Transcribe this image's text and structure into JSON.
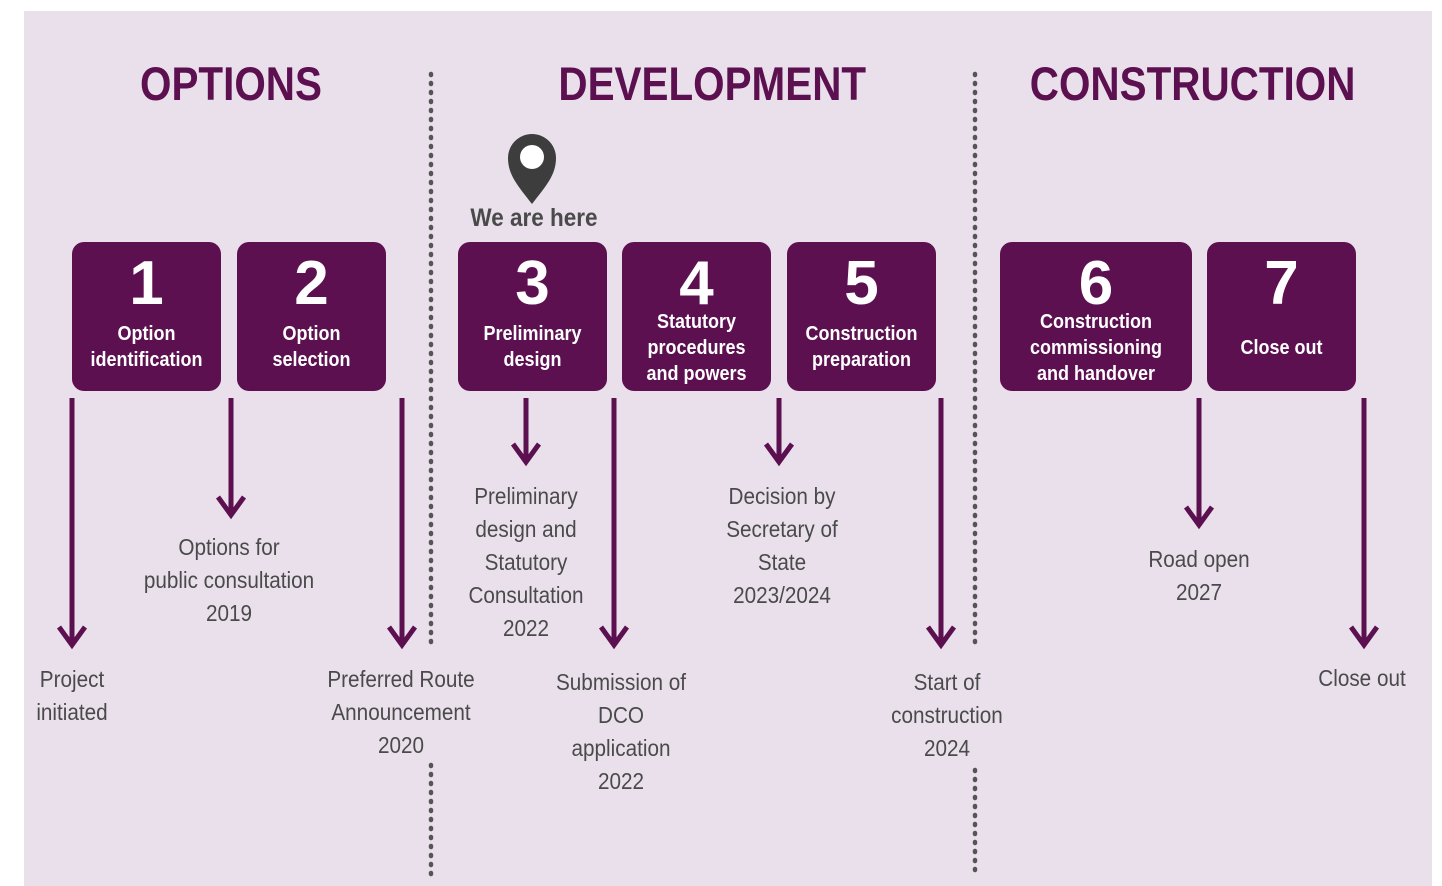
{
  "phases": {
    "options": "OPTIONS",
    "development": "DEVELOPMENT",
    "construction": "CONSTRUCTION"
  },
  "marker": {
    "label": "We are here",
    "icon": "location-pin-icon"
  },
  "stages": [
    {
      "num": "1",
      "label": [
        "Option",
        "identification"
      ]
    },
    {
      "num": "2",
      "label": [
        "Option",
        "selection"
      ]
    },
    {
      "num": "3",
      "label": [
        "Preliminary",
        "design"
      ]
    },
    {
      "num": "4",
      "label": [
        "Statutory",
        "procedures",
        "and powers"
      ]
    },
    {
      "num": "5",
      "label": [
        "Construction",
        "preparation"
      ]
    },
    {
      "num": "6",
      "label": [
        "Construction",
        "commissioning",
        "and handover"
      ]
    },
    {
      "num": "7",
      "label": [
        "Close out"
      ]
    }
  ],
  "milestones": {
    "project_initiated": [
      "Project",
      "initiated"
    ],
    "options_consultation": [
      "Options for",
      "public consultation",
      "2019"
    ],
    "preferred_route": [
      "Preferred Route",
      "Announcement",
      "2020"
    ],
    "preliminary_design": [
      "Preliminary",
      "design and",
      "Statutory",
      "Consultation",
      "2022"
    ],
    "dco_submission": [
      "Submission of",
      "DCO",
      "application",
      "2022"
    ],
    "decision": [
      "Decision by",
      "Secretary of",
      "State",
      "2023/2024"
    ],
    "start_construction": [
      "Start of",
      "construction",
      "2024"
    ],
    "road_open": [
      "Road open",
      "2027"
    ],
    "close_out": [
      "Close out"
    ]
  },
  "colors": {
    "accent": "#5c1050",
    "background": "#e9e0ec",
    "text": "#4a4a4a",
    "marker": "#3d3d3d"
  }
}
